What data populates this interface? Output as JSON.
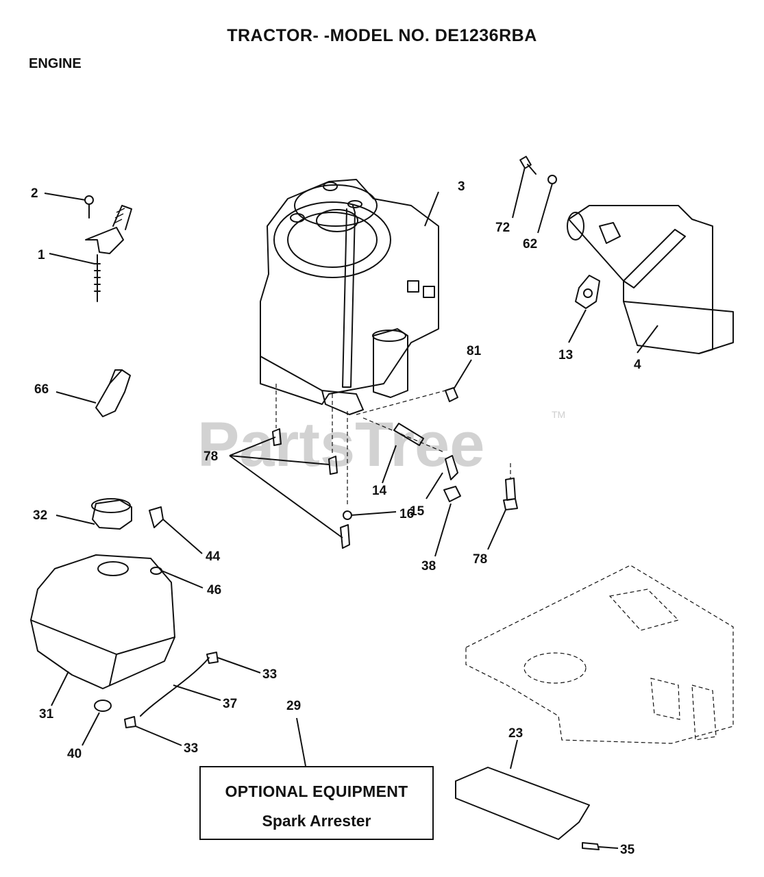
{
  "header": {
    "title": "TRACTOR- -MODEL NO. DE1236RBA",
    "section": "ENGINE"
  },
  "watermark": {
    "text": "PartsTree",
    "tm": "TM"
  },
  "optional_box": {
    "title": "OPTIONAL EQUIPMENT",
    "item": "Spark Arrester"
  },
  "callouts": [
    "1",
    "2",
    "3",
    "72",
    "62",
    "13",
    "4",
    "81",
    "66",
    "78",
    "14",
    "15",
    "16",
    "38",
    "78",
    "32",
    "44",
    "46",
    "33",
    "37",
    "31",
    "40",
    "33",
    "29",
    "23",
    "35"
  ]
}
